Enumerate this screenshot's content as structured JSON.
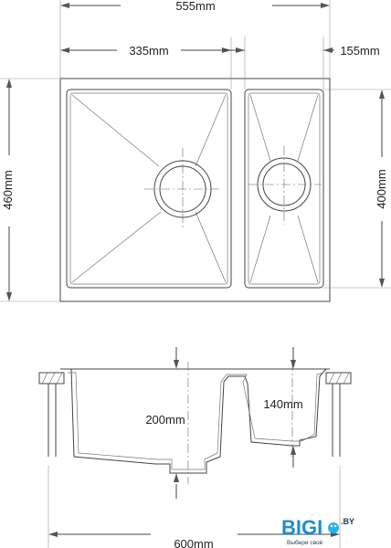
{
  "dimensions": {
    "overall_width": "555mm",
    "left_bowl_width": "335mm",
    "right_bowl_width": "155mm",
    "overall_height": "460mm",
    "right_bowl_height": "400mm",
    "left_bowl_depth": "200mm",
    "right_bowl_depth": "140mm",
    "cabinet_width": "600mm"
  },
  "logo": {
    "brand": "BIGI",
    "suffix": ".BY",
    "tagline": "Выбери своё",
    "colors": {
      "blue": "#1a8fd6",
      "light_blue": "#27b3e8",
      "dark": "#1c3b57"
    }
  }
}
